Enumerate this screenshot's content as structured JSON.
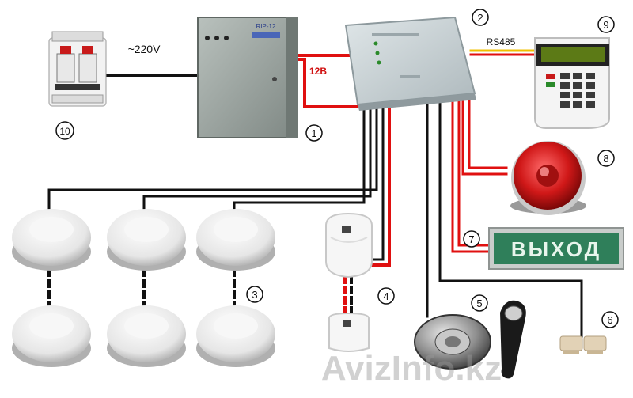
{
  "labels": {
    "voltage_220": "~220V",
    "voltage_12": "12B",
    "bus": "RS485",
    "exit_sign": "ВЫХОД",
    "psu_tag": "RIP-12",
    "watermark": "AvizInfo.kz"
  },
  "callouts": {
    "c1": "1",
    "c2": "2",
    "c3": "3",
    "c4": "4",
    "c5": "5",
    "c6": "6",
    "c7": "7",
    "c8": "8",
    "c9": "9",
    "c10": "10"
  },
  "colors": {
    "wire_black": "#111111",
    "wire_red": "#e01010",
    "wire_yellow": "#f0c000",
    "psu_box": "#9aa39e",
    "panel": "#c9d3d6",
    "exit_green": "#2f7f5a",
    "siren_red": "#d01818",
    "lcd_green": "#5c7a16"
  },
  "icons": {
    "breaker": "circuit-breaker-icon",
    "psu": "power-supply-box-icon",
    "panel": "control-panel-icon",
    "keypad": "keypad-icon",
    "siren": "siren-icon",
    "exit": "exit-sign-icon",
    "smoke": "smoke-detector-icon",
    "motion": "motion-sensor-icon",
    "reader": "touch-memory-reader-icon",
    "key": "ibutton-key-icon",
    "magnet": "door-magnet-contact-icon"
  }
}
